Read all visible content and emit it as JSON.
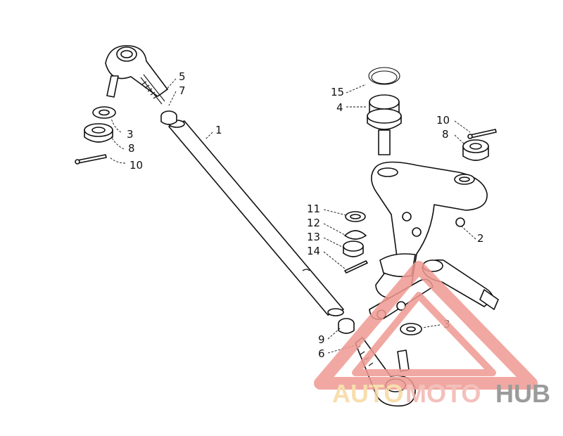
{
  "labels": {
    "l1": "1",
    "l2": "2",
    "l3a": "3",
    "l3b": "3",
    "l4": "4",
    "l5": "5",
    "l6": "6",
    "l7": "7",
    "l8a": "8",
    "l8b": "8",
    "l9": "9",
    "l10a": "10",
    "l10b": "10",
    "l11": "11",
    "l12": "12",
    "l13": "13",
    "l14": "14",
    "l15": "15"
  },
  "watermark": {
    "part1": "AUTO",
    "part2": "MOTO",
    "part3": "HUB",
    "color_primary": "#f2b6b0",
    "color_secondary": "#f7d9a0",
    "color_hub": "#8a8a8a"
  }
}
